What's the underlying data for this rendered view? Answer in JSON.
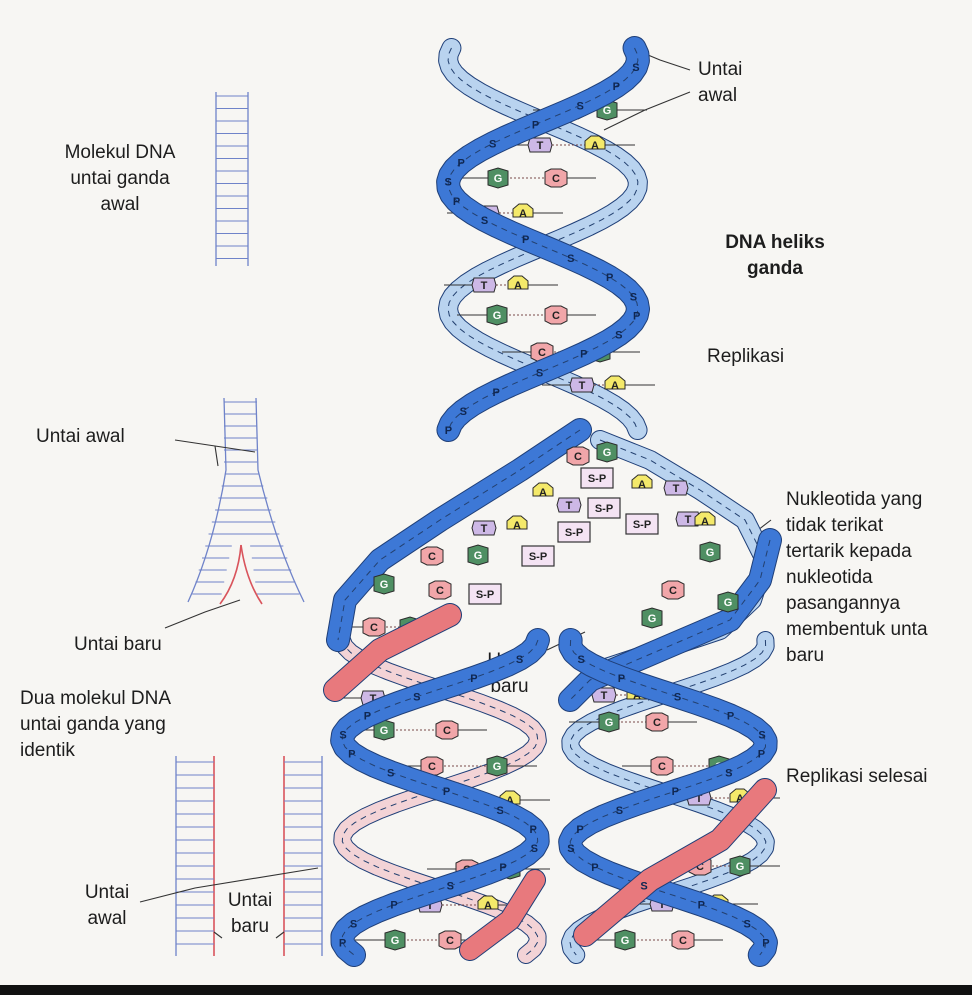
{
  "labels": {
    "molekul_awal": "Molekul DNA\nuntai ganda\nawal",
    "untai_awal_top": "Untai\nawal",
    "dna_heliks": "DNA heliks\nganda",
    "replikasi": "Replikasi",
    "untai_awal_mid": "Untai awal",
    "untai_baru_left": "Untai baru",
    "untai_baru_mid": "Untai\nbaru",
    "nukleotida": "Nukleotida yang\ntidak terikat\ntertarik kepada\nnukleotida\npasangannya\nmembentuk unta\nbaru",
    "dua_molekul": "Dua molekul DNA\nuntai ganda yang\nidentik",
    "replikasi_selesai": "Replikasi selesai",
    "untai_awal_bottom": "Untai\nawal",
    "untai_baru_bottom": "Untai\nbaru"
  },
  "bases": {
    "A": "A",
    "T": "T",
    "G": "G",
    "C": "C"
  },
  "backbone": {
    "sugar": "S",
    "phosphate": "P",
    "pair": "S-P"
  },
  "colors": {
    "old_strand_dark": "#3d78d6",
    "old_strand_light": "#b9d3ef",
    "new_strand": "#e8797d",
    "base_A": "#f4e96a",
    "base_T": "#cdb8e6",
    "base_G": "#4f8f63",
    "base_C": "#f1a6a9",
    "ladder_blue": "#6f83c9",
    "ladder_red": "#d9545c"
  }
}
